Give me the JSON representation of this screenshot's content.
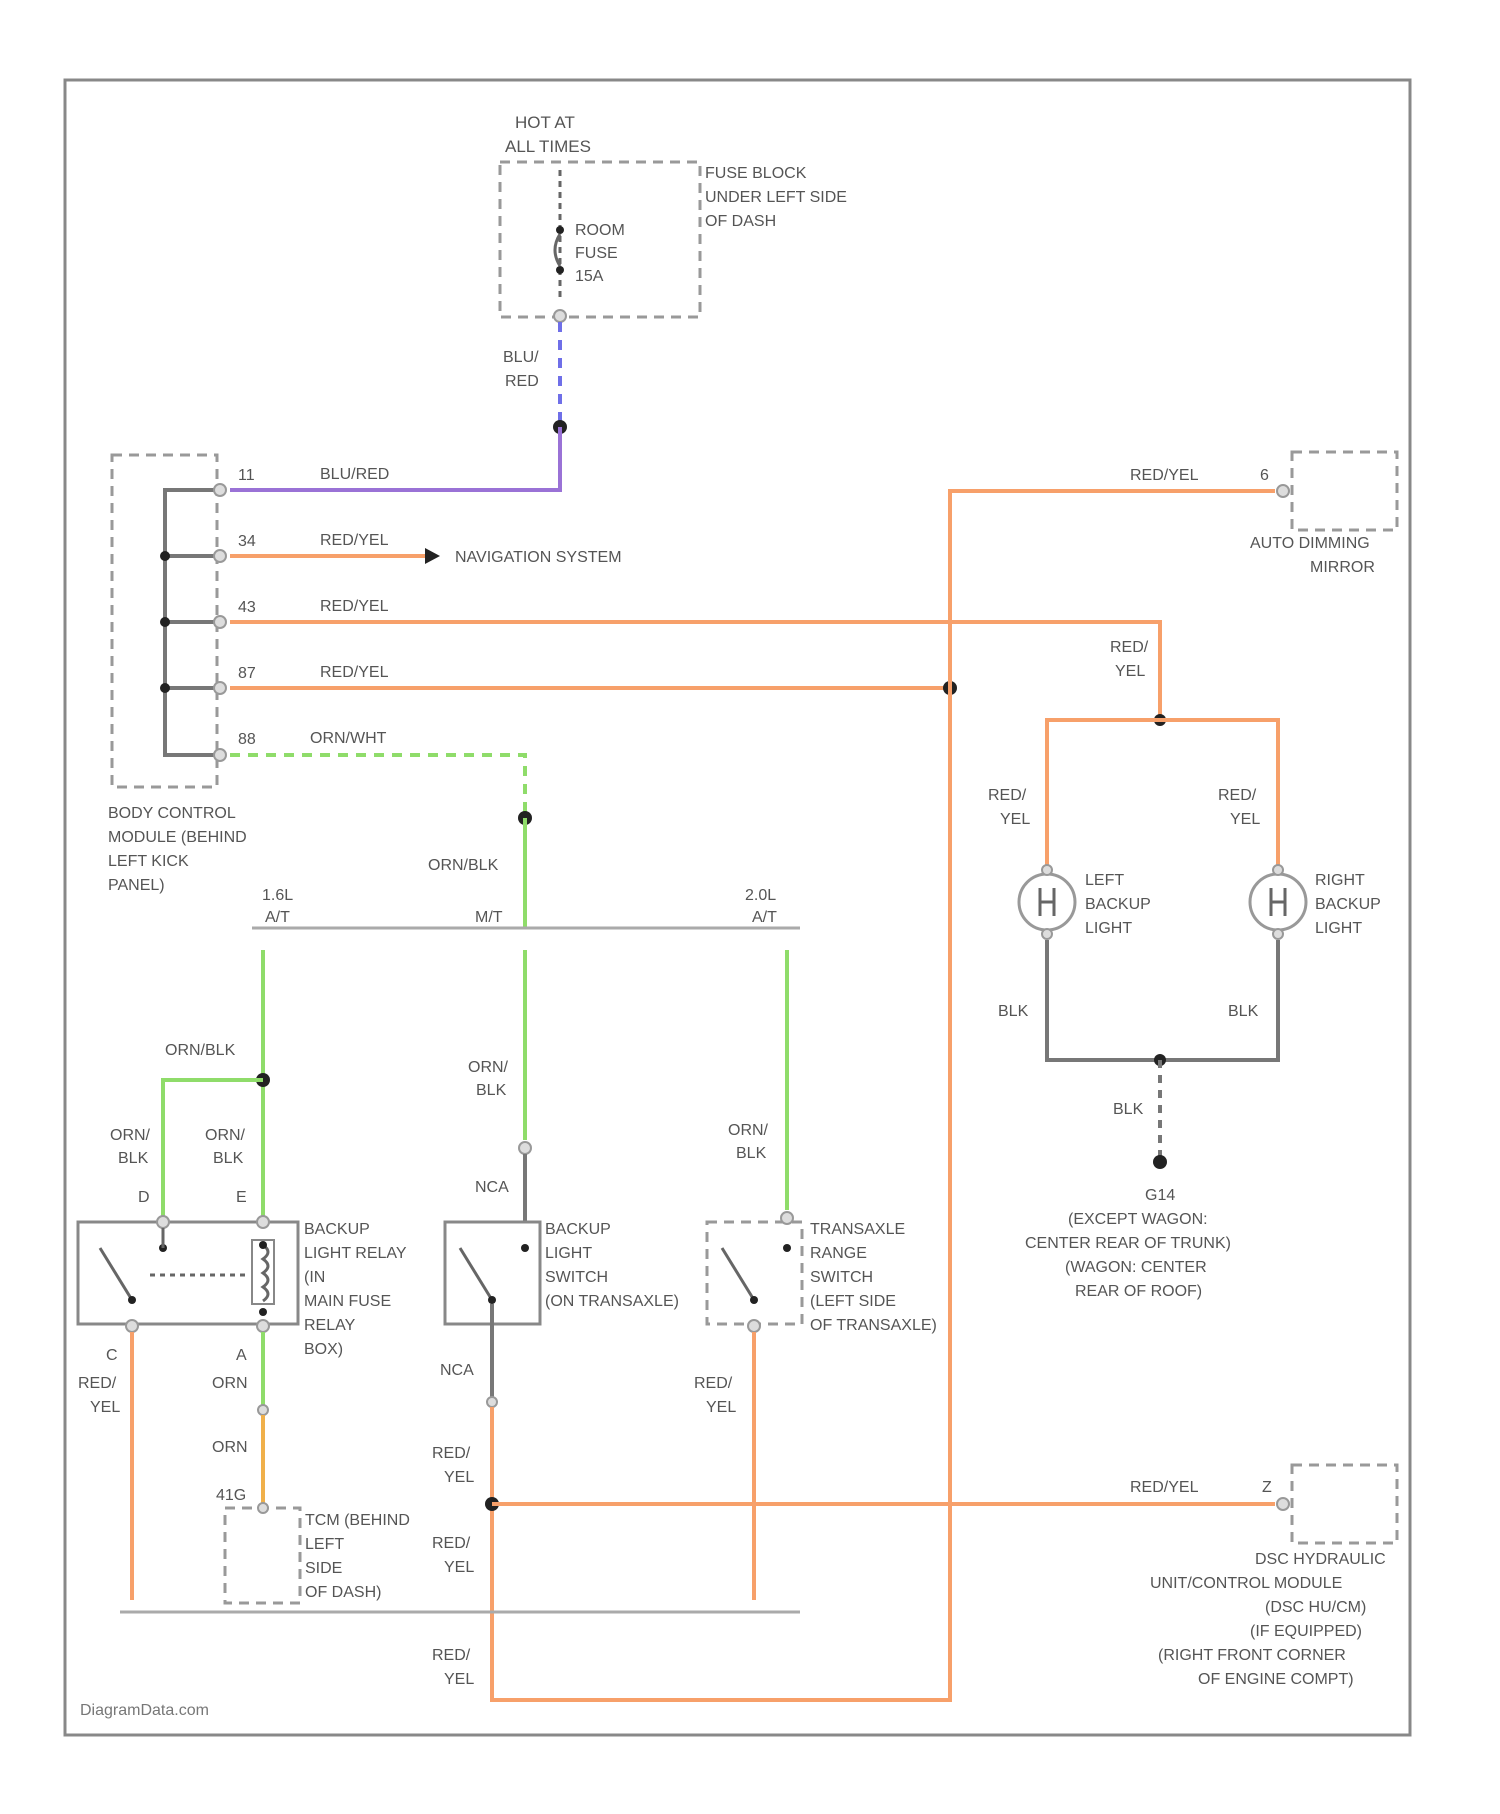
{
  "fuse_block": {
    "hot_line1": "HOT AT",
    "hot_line2": "ALL TIMES",
    "name_lines": [
      "FUSE BLOCK",
      "UNDER LEFT SIDE",
      "OF DASH"
    ],
    "fuse_lines": [
      "ROOM",
      "FUSE",
      "15A"
    ]
  },
  "bcm": {
    "name_lines": [
      "BODY CONTROL",
      "MODULE (BEHIND",
      "LEFT KICK",
      "PANEL)"
    ],
    "pins": [
      {
        "pin": "11",
        "wire": "BLU/RED"
      },
      {
        "pin": "34",
        "wire": "RED/YEL"
      },
      {
        "pin": "43",
        "wire": "RED/YEL"
      },
      {
        "pin": "87",
        "wire": "RED/YEL"
      },
      {
        "pin": "88",
        "wire": "ORN/WHT"
      }
    ],
    "nav_label": "NAVIGATION SYSTEM"
  },
  "wire_labels": {
    "blu_red_vertical": [
      "BLU/",
      "RED"
    ],
    "orn_blk": "ORN/BLK",
    "orn_blk_stack": [
      "ORN/",
      "BLK"
    ],
    "red_yel_stack": [
      "RED/",
      "YEL"
    ],
    "red_yel": "RED/YEL",
    "blk": "BLK",
    "nca": "NCA",
    "orn": "ORN"
  },
  "variants": {
    "left": [
      "1.6L",
      "A/T"
    ],
    "mid": "M/T",
    "right": [
      "2.0L",
      "A/T"
    ]
  },
  "mirror": {
    "pin": "6",
    "name_lines": [
      "AUTO DIMMING",
      "MIRROR"
    ]
  },
  "lights": {
    "left": [
      "LEFT",
      "BACKUP",
      "LIGHT"
    ],
    "right": [
      "RIGHT",
      "BACKUP",
      "LIGHT"
    ]
  },
  "ground": {
    "name": "G14",
    "lines": [
      "(EXCEPT WAGON:",
      "CENTER REAR OF TRUNK)",
      "(WAGON: CENTER",
      "REAR OF ROOF)"
    ]
  },
  "relay": {
    "pins": {
      "d": "D",
      "e": "E",
      "c": "C",
      "a": "A"
    },
    "name_lines": [
      "BACKUP",
      "LIGHT RELAY",
      "(IN",
      "MAIN FUSE",
      "RELAY",
      "BOX)"
    ]
  },
  "backup_switch": {
    "name_lines": [
      "BACKUP",
      "LIGHT",
      "SWITCH",
      "(ON TRANSAXLE)"
    ]
  },
  "range_switch": {
    "name_lines": [
      "TRANSAXLE",
      "RANGE",
      "SWITCH",
      "(LEFT SIDE",
      "OF TRANSAXLE)"
    ]
  },
  "tcm": {
    "pin": "41G",
    "name_lines": [
      "TCM (BEHIND",
      "LEFT",
      "SIDE",
      "OF DASH)"
    ]
  },
  "dsc": {
    "pin": "Z",
    "name_lines": [
      "DSC HYDRAULIC",
      "UNIT/CONTROL MODULE",
      "(DSC HU/CM)",
      "(IF EQUIPPED)",
      "(RIGHT FRONT CORNER",
      "OF ENGINE COMPT)"
    ]
  },
  "watermark": "DiagramData.com",
  "colors": {
    "red_yel": "#f7a06a",
    "blu_red": "#9a72d6",
    "orn_blk": "#8fdc6a",
    "blk": "#777777"
  }
}
